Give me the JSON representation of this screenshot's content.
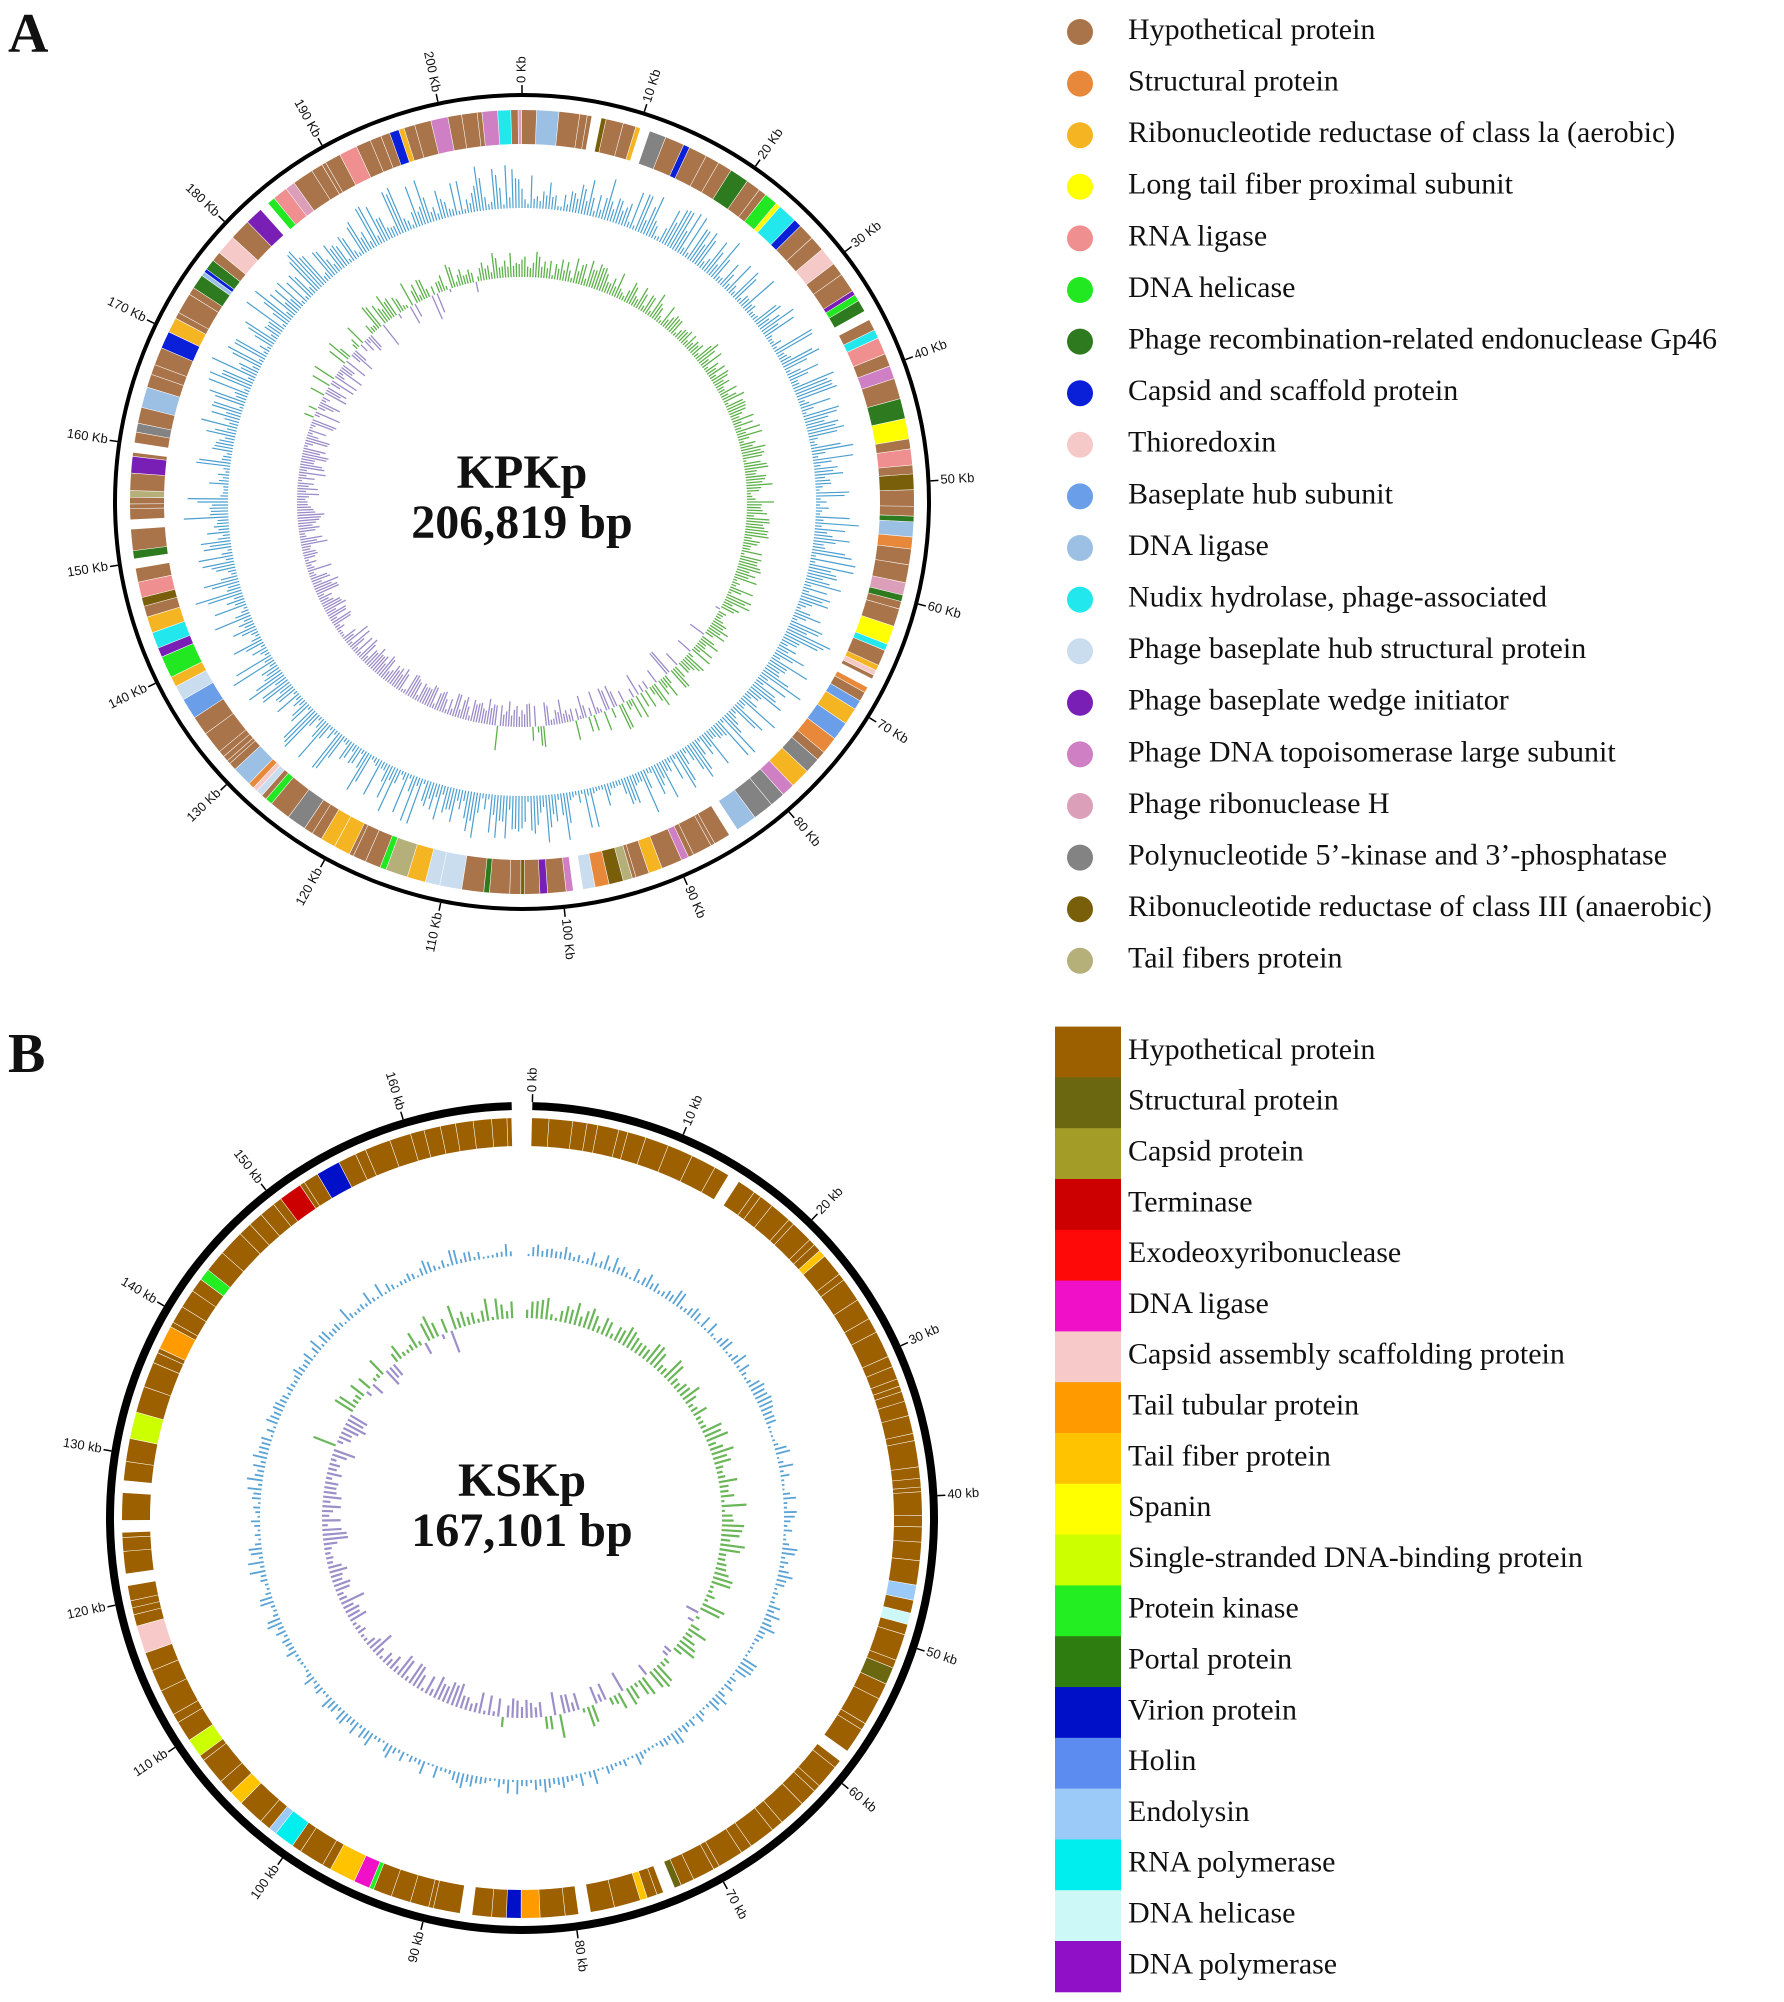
{
  "panel_a": {
    "letter": "A",
    "name": "KPKp",
    "size_label": "206,819 bp",
    "genome_kb": 206.819,
    "tick_step_kb": 10,
    "tick_labels": [
      "0 Kb",
      "10 Kb",
      "20 Kb",
      "30 Kb",
      "40 Kb",
      "50 Kb",
      "60 Kb",
      "70 Kb",
      "80 Kb",
      "90 Kb",
      "100 Kb",
      "110 Kb",
      "120 Kb",
      "130 Kb",
      "140 Kb",
      "150 Kb",
      "160 Kb",
      "170 Kb",
      "180 Kb",
      "190 Kb",
      "200 Kb"
    ],
    "legend_style": "dot",
    "legend": [
      {
        "label": "Hypothetical protein",
        "color": "#a9744a"
      },
      {
        "label": "Structural protein",
        "color": "#e8883a"
      },
      {
        "label": "Ribonucleotide reductase of class la (aerobic)",
        "color": "#f5b523"
      },
      {
        "label": "Long tail fiber proximal subunit",
        "color": "#ffff00"
      },
      {
        "label": "RNA ligase",
        "color": "#f08f8f"
      },
      {
        "label": "DNA helicase",
        "color": "#22e822"
      },
      {
        "label": "Phage recombination-related endonuclease Gp46",
        "color": "#2e7a1f"
      },
      {
        "label": "Capsid and scaffold protein",
        "color": "#0a1fd8"
      },
      {
        "label": "Thioredoxin",
        "color": "#f6c9c9"
      },
      {
        "label": "Baseplate hub subunit",
        "color": "#6a9ee8"
      },
      {
        "label": "DNA ligase",
        "color": "#9cc0e4"
      },
      {
        "label": "Nudix hydrolase, phage-associated",
        "color": "#22e8ee"
      },
      {
        "label": "Phage baseplate hub structural protein",
        "color": "#c9ddef"
      },
      {
        "label": "Phage baseplate wedge initiator",
        "color": "#7a1fb5"
      },
      {
        "label": "Phage DNA topoisomerase large subunit",
        "color": "#cf80c4"
      },
      {
        "label": "Phage ribonuclease H",
        "color": "#dc9fb9"
      },
      {
        "label": "Polynucleotide 5’-kinase and 3’-phosphatase",
        "color": "#838383"
      },
      {
        "label": "Ribonucleotide reductase of class III (anaerobic)",
        "color": "#7a5f0a"
      },
      {
        "label": "Tail fibers protein",
        "color": "#b5b07a"
      }
    ],
    "track_colors": {
      "gc_content": "#4a9fcf",
      "gc_skew_positive": "#5db14a",
      "gc_skew_negative": "#9b8cc8"
    }
  },
  "panel_b": {
    "letter": "B",
    "name": "KSKp",
    "size_label": "167,101 bp",
    "genome_kb": 167.101,
    "tick_step_kb": 10,
    "tick_labels": [
      "0 kb",
      "10 kb",
      "20 kb",
      "30 kb",
      "40 kb",
      "50 kb",
      "60 kb",
      "70 kb",
      "80 kb",
      "90 kb",
      "100 kb",
      "110 kb",
      "120 kb",
      "130 kb",
      "140 kb",
      "150 kb",
      "160 kb"
    ],
    "legend_style": "box",
    "legend": [
      {
        "label": "Hypothetical protein",
        "color": "#9c6000"
      },
      {
        "label": "Structural protein",
        "color": "#6b6711"
      },
      {
        "label": "Capsid protein",
        "color": "#a39c27"
      },
      {
        "label": "Terminase",
        "color": "#cc0000"
      },
      {
        "label": "Exodeoxyribonuclease",
        "color": "#ff0808"
      },
      {
        "label": "DNA ligase",
        "color": "#f010c8"
      },
      {
        "label": "Capsid assembly scaffolding protein",
        "color": "#f8c9c9"
      },
      {
        "label": "Tail tubular protein",
        "color": "#ff9a00"
      },
      {
        "label": "Tail fiber protein",
        "color": "#ffc300"
      },
      {
        "label": "Spanin",
        "color": "#ffff00"
      },
      {
        "label": "Single-stranded DNA-binding protein",
        "color": "#ccff00"
      },
      {
        "label": "Protein kinase",
        "color": "#22ee22"
      },
      {
        "label": "Portal protein",
        "color": "#2e7d10"
      },
      {
        "label": "Virion protein",
        "color": "#0010c8"
      },
      {
        "label": "Holin",
        "color": "#5c8cf0"
      },
      {
        "label": "Endolysin",
        "color": "#9ccaf8"
      },
      {
        "label": "RNA polymerase",
        "color": "#00eeee"
      },
      {
        "label": "DNA helicase",
        "color": "#ccf8f8"
      },
      {
        "label": "DNA polymerase",
        "color": "#9010c8"
      }
    ],
    "track_colors": {
      "gc_content": "#5aa3d6",
      "gc_skew_positive": "#6ab659",
      "gc_skew_negative": "#9c90c9"
    }
  }
}
